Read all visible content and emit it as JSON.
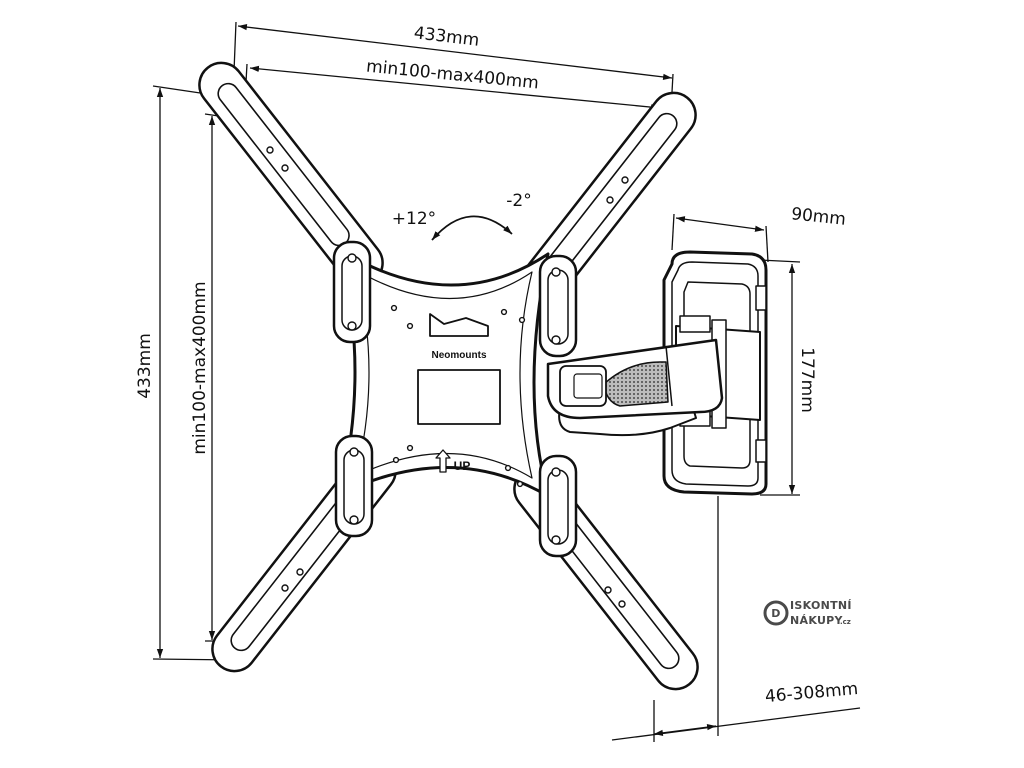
{
  "dimensions": {
    "overall_width": "433mm",
    "vesa_width": "min100-max400mm",
    "overall_height": "433mm",
    "vesa_height": "min100-max400mm",
    "bracket_depth": "90mm",
    "bracket_height": "177mm",
    "wall_distance": "46-308mm"
  },
  "tilt": {
    "forward": "+12°",
    "backward": "-2°"
  },
  "plate": {
    "brand": "Neomounts",
    "up_label": "UP"
  },
  "watermark": {
    "line1": "ISKONTNÍ",
    "line2": "NÁKUPY",
    "suffix": ".cz",
    "mark": "D"
  },
  "colors": {
    "ink": "#111111",
    "watermark": "#4a4a4a",
    "mesh": "#8a8a8a"
  }
}
